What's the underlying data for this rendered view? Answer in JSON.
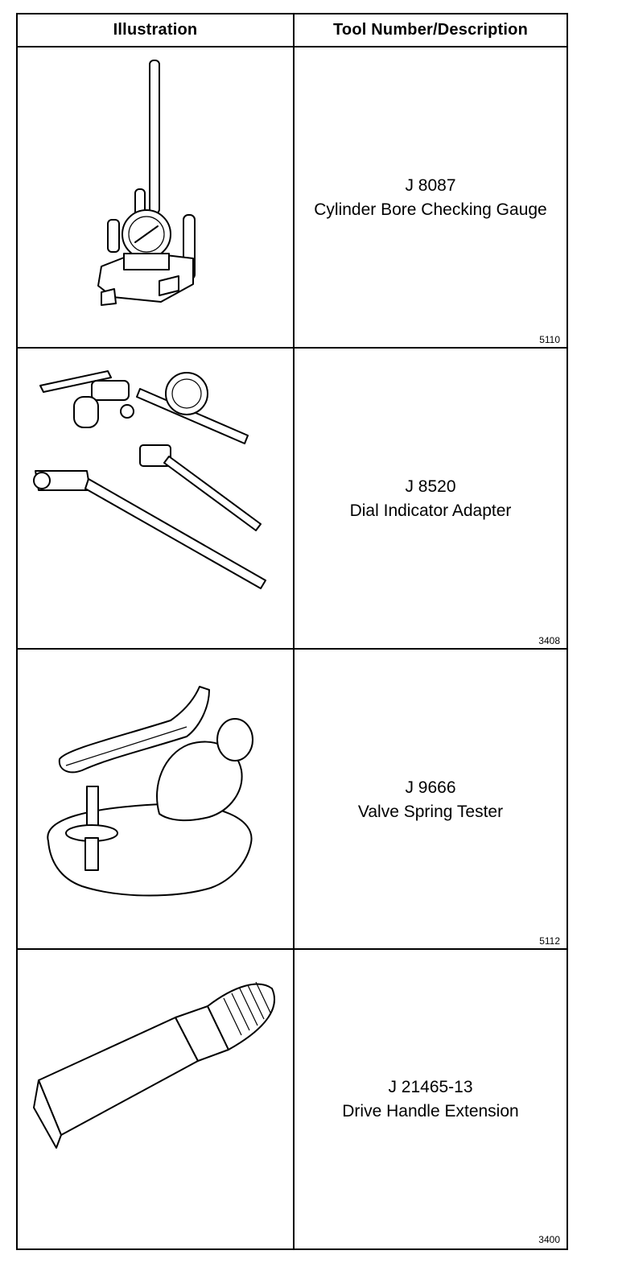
{
  "header": {
    "illustration": "Illustration",
    "tool_description": "Tool Number/Description"
  },
  "rows": [
    {
      "tool_number": "J 8087",
      "description": "Cylinder Bore Checking Gauge",
      "figure_number": "5110",
      "illustration_icon": "cylinder-bore-gauge-icon"
    },
    {
      "tool_number": "J 8520",
      "description": "Dial Indicator Adapter",
      "figure_number": "3408",
      "illustration_icon": "dial-indicator-adapter-icon"
    },
    {
      "tool_number": "J 9666",
      "description": "Valve Spring Tester",
      "figure_number": "5112",
      "illustration_icon": "valve-spring-tester-icon"
    },
    {
      "tool_number": "J 21465-13",
      "description": "Drive Handle Extension",
      "figure_number": "3400",
      "illustration_icon": "drive-handle-extension-icon"
    }
  ]
}
